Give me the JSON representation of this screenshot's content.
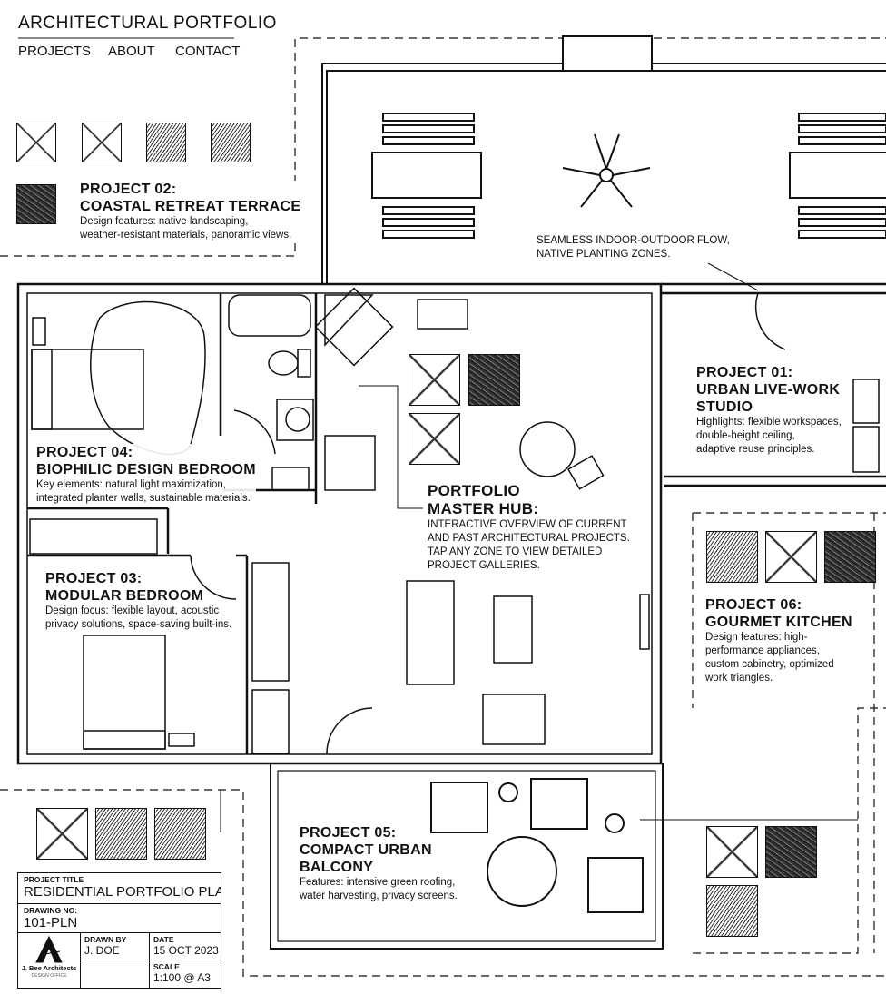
{
  "header": {
    "brand": "ARCHITECTURAL PORTFOLIO",
    "nav": [
      "PROJECTS",
      "ABOUT",
      "CONTACT"
    ]
  },
  "projects": [
    {
      "title1": "PROJECT 02:",
      "title2": "COASTAL RETREAT TERRACE",
      "desc1": "Design features: native landscaping,",
      "desc2": "weather-resistant materials, panoramic views."
    },
    {
      "title1": "PROJECT 01:",
      "title2": "URBAN LIVE-WORK",
      "title3": "STUDIO",
      "desc1": "Highlights: flexible workspaces,",
      "desc2": "double-height ceiling,",
      "desc3": "adaptive reuse principles."
    },
    {
      "title1": "PROJECT 04:",
      "title2": "BIOPHILIC DESIGN BEDROOM",
      "desc1": "Key elements: natural light maximization,",
      "desc2": "integrated planter walls, sustainable materials."
    },
    {
      "title1": "PROJECT 03:",
      "title2": "MODULAR BEDROOM",
      "desc1": "Design focus: flexible layout, acoustic",
      "desc2": "privacy solutions, space-saving built-ins."
    },
    {
      "title1": "PROJECT 06:",
      "title2": "GOURMET KITCHEN",
      "desc1": "Design features: high-",
      "desc2": "performance appliances,",
      "desc3": "custom cabinetry, optimized",
      "desc4": "work triangles."
    },
    {
      "title1": "PROJECT 05:",
      "title2": "COMPACT URBAN",
      "title3": "BALCONY",
      "desc1": "Features: intensive green roofing,",
      "desc2": "water harvesting, privacy screens."
    }
  ],
  "hub": {
    "title1": "PORTFOLIO",
    "title2": "MASTER HUB:",
    "desc": [
      "INTERACTIVE OVERVIEW OF CURRENT",
      "AND PAST ARCHITECTURAL PROJECTS.",
      "TAP ANY ZONE TO VIEW DETAILED",
      "PROJECT GALLERIES."
    ]
  },
  "terrace_note": [
    "SEAMLESS INDOOR-OUTDOOR FLOW,",
    "NATIVE PLANTING ZONES."
  ],
  "title_block": {
    "project_title_label": "PROJECT TITLE",
    "project_title": "RESIDENTIAL PORTFOLIO PLAN",
    "drawing_no_label": "DRAWING NO:",
    "drawing_no": "101-PLN",
    "drawn_by_label": "DRAWN BY",
    "drawn_by": "J. DOE",
    "date_label": "DATE",
    "date": "15 OCT 2023",
    "scale_label": "SCALE",
    "scale": "1:100 @ A3",
    "logo_name": "J. Bee Architects",
    "logo_sub": "DESIGN OFFICE"
  }
}
